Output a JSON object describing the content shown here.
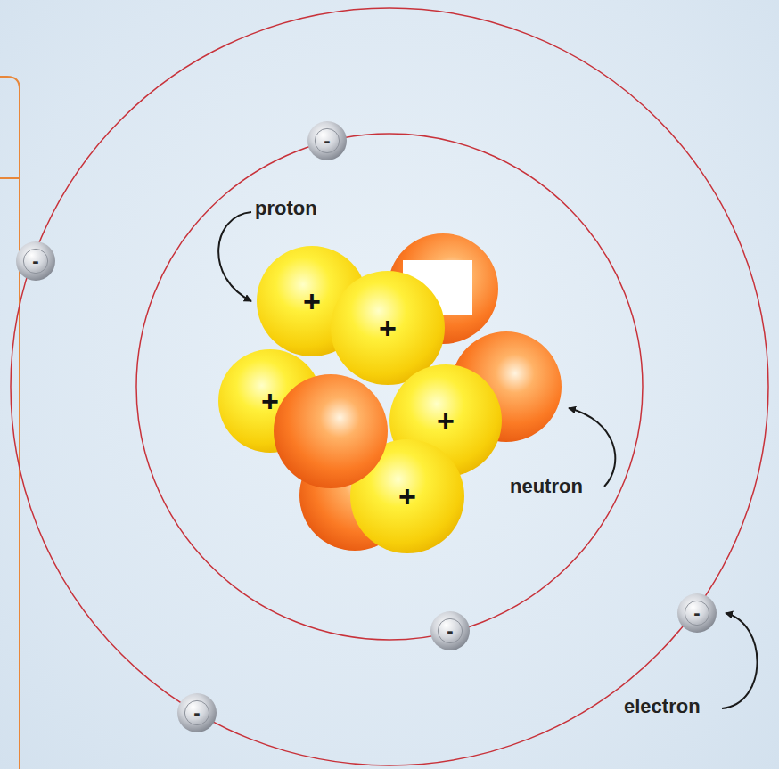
{
  "diagram": {
    "nodes": [
      {
        "text": [
          "-"
        ]
      },
      {
        "text": [
          "-"
        ]
      },
      {
        "text": [
          "+"
        ]
      },
      {
        "text": [
          "+"
        ]
      },
      {
        "text": [
          "+"
        ]
      },
      {
        "text": [
          "+"
        ]
      },
      {
        "text": [
          "+"
        ]
      },
      {
        "text": [
          "-"
        ]
      },
      {
        "text": [
          "-"
        ]
      },
      {
        "text": [
          "-"
        ]
      }
    ],
    "labels": [
      "proton",
      "neutron",
      "electron"
    ]
  }
}
